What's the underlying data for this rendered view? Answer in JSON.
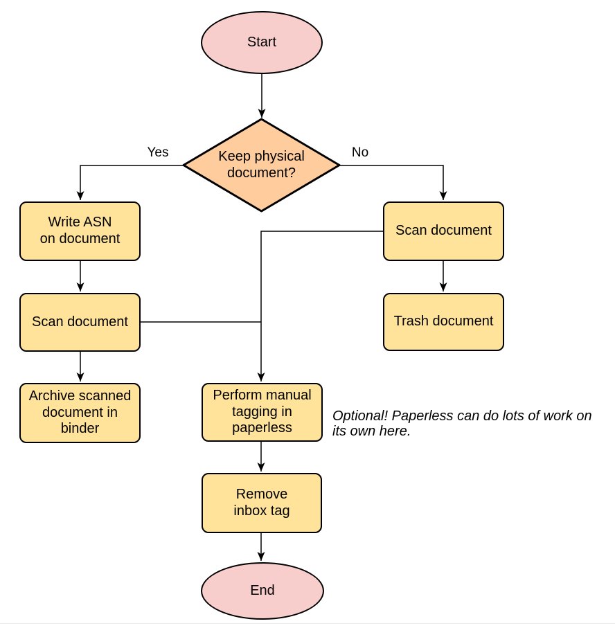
{
  "diagram": {
    "nodes": {
      "start": {
        "label": "Start",
        "type": "terminator"
      },
      "decision": {
        "label": "Keep physical\ndocument?",
        "type": "decision"
      },
      "write_asn": {
        "label": "Write ASN\non document",
        "type": "process"
      },
      "scan_keep": {
        "label": "Scan document",
        "type": "process"
      },
      "archive": {
        "label": "Archive scanned\ndocument in\nbinder",
        "type": "process"
      },
      "scan_discard": {
        "label": "Scan document",
        "type": "process"
      },
      "trash": {
        "label": "Trash document",
        "type": "process"
      },
      "manual_tagging": {
        "label": "Perform manual\ntagging in\npaperless",
        "type": "process"
      },
      "remove_inbox_tag": {
        "label": "Remove\ninbox tag",
        "type": "process"
      },
      "end": {
        "label": "End",
        "type": "terminator"
      }
    },
    "edge_labels": {
      "yes": "Yes",
      "no": "No"
    },
    "note": "Optional! Paperless can do lots of work on\nits own here.",
    "colors": {
      "terminator_fill": "#F8CECC",
      "decision_fill": "#FFCC9E",
      "process_fill": "#FFE39B",
      "stroke": "#000000"
    }
  }
}
